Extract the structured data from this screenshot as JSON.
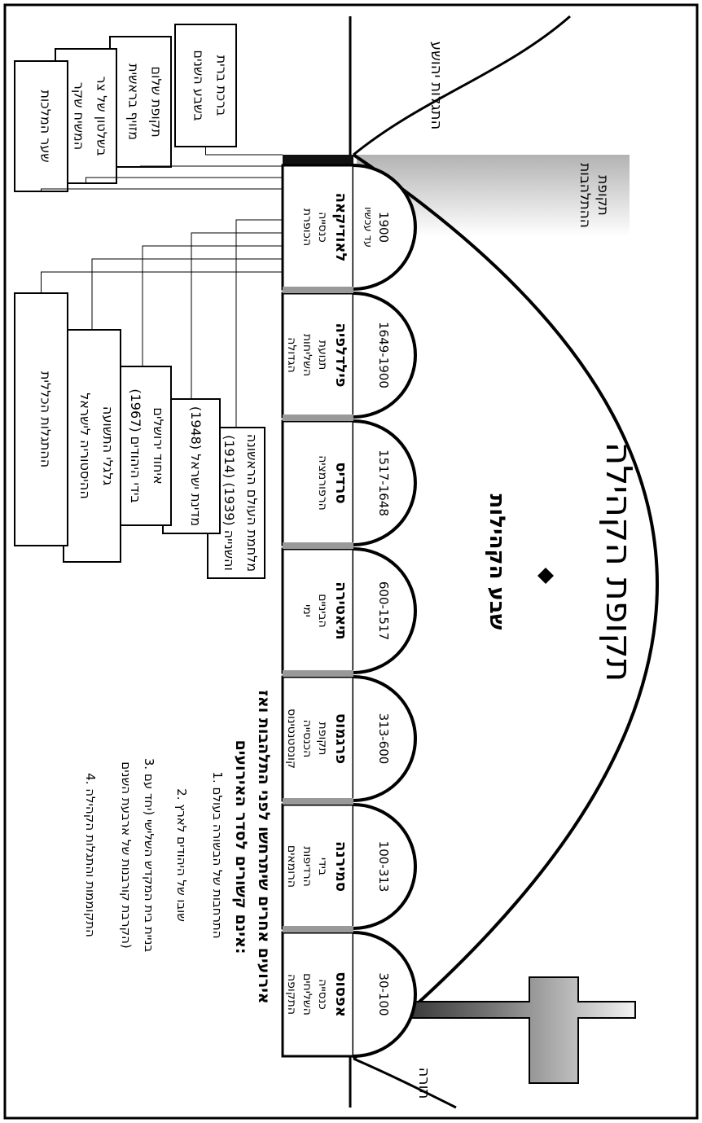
{
  "title": "תקופת הקהילה",
  "subtitle": "שבע הקהילות",
  "top_label": "התגלות יהושע",
  "bottom_label": "תורה",
  "rapture_label": [
    "תקופת",
    "ההתלהבות"
  ],
  "churches": [
    {
      "name": "אפסוס",
      "years": "30-100",
      "desc": [
        "כנסייה",
        "השליחים",
        "התקופה"
      ]
    },
    {
      "name": "סמירנה",
      "years": "100-313",
      "desc": [
        "בידי",
        "הרדיפות",
        "הרומאים"
      ]
    },
    {
      "name": "פרגמוס",
      "years": "313-600",
      "desc": [
        "תקופת",
        "הכנסייה",
        "קונסטנטינוס"
      ]
    },
    {
      "name": "תיאטירה",
      "years": "600-1517",
      "desc": [
        "הביניים",
        "ימי"
      ]
    },
    {
      "name": "סרדיס",
      "years": "1517-1648",
      "desc": [
        "הרפורמציה"
      ]
    },
    {
      "name": "פילדלפיה",
      "years": "1649-1900",
      "desc": [
        "תנועת",
        "השליחות",
        "הגדולה"
      ]
    },
    {
      "name": "לאודיקאה",
      "years": "1900",
      "sub": "עד עכשיו",
      "desc": [
        "כנסייה",
        "הכופרת"
      ]
    }
  ],
  "events_right": [
    [
      "ברכת ברית",
      "בשבע השנים"
    ],
    [
      "תקופת שלום",
      "מזויף בראשית"
    ],
    [
      "בשלטון של צר",
      "המשיח שקר"
    ],
    [
      "שער המלכות"
    ]
  ],
  "events_left": [
    [
      "מלחמת העולם הראשונה",
      "(1914) והשנייה (1939)"
    ],
    [
      "מדינת ישראל (1948)"
    ],
    [
      "איחוד ירושלים",
      "בידי היהודים (1967)"
    ],
    [
      "גלגלי התשועה",
      "ההיסטוריה לישראל"
    ],
    [
      "ההתגלות הכללית"
    ]
  ],
  "notes_title": [
    "אירועים אחרים שיתרחשו לפני התלהבות ואז",
    "אינם קשורים לסדר האירועים:"
  ],
  "notes": [
    "1. התרחבות של הבשורה בעולם",
    "2. שובו של היהודים לארץ",
    "3. בניית בית המקדש השלישי (יחד עם",
    "   הקרבת קורבנות של ארבעת השנים)",
    "4. התקוממות והתגלות הקהילה"
  ]
}
